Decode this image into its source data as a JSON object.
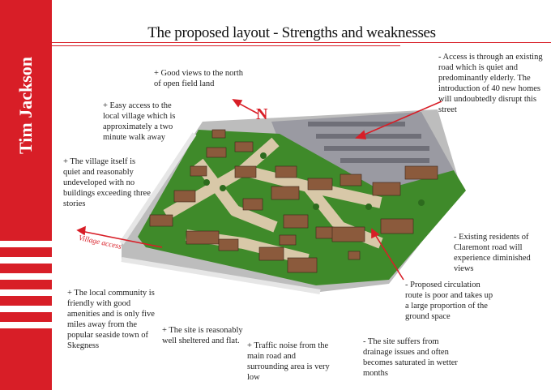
{
  "author": "Tim Jackson",
  "title": "The proposed layout - Strengths and weaknesses",
  "compass_label": "N",
  "village_label": "Village access",
  "colors": {
    "brand_red": "#d81e27",
    "grass": "#3f8a2a",
    "road": "#d8c8a8",
    "roof": "#8b5a3c"
  },
  "notes": {
    "views": "+ Good views to the north of open field land",
    "access_village": "+ Easy access to the local village which is approximately a two minute walk away",
    "village_quiet": "+ The village itself is quiet and reasonably undeveloped with no buildings exceeding three stories",
    "community": "+ The local community is friendly with good amenities and is only five miles away from the popular seaside town of Skegness",
    "sheltered": "+ The site is reasonably well sheltered and flat.",
    "traffic": "+ Traffic noise from the main road and surrounding area is very low",
    "access_road": "- Access is through an existing road which is quiet and predominantly elderly. The introduction of 40 new homes will undoubtedly disrupt this street",
    "existing_residents": "- Existing residents of Claremont road will experience diminished views",
    "circulation": "- Proposed circulation route is poor and takes up a large proportion of the ground space",
    "drainage": "- The site suffers from drainage issues and often becomes saturated in wetter months"
  }
}
